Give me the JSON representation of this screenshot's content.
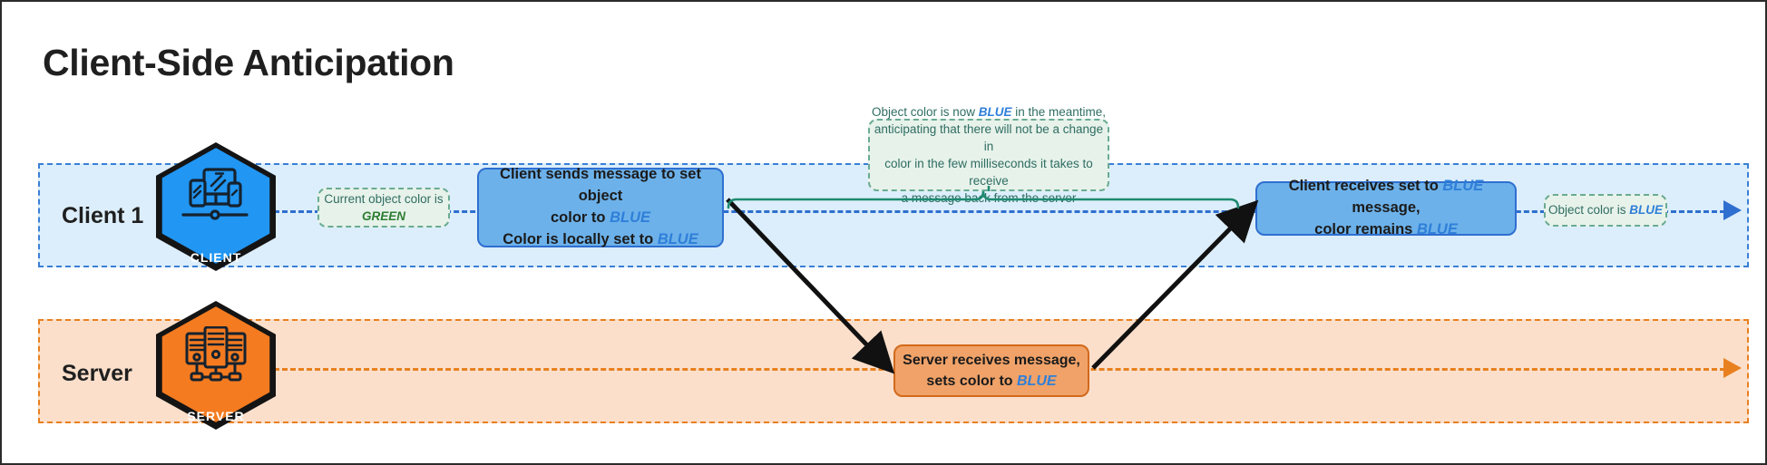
{
  "page": {
    "title": "Client-Side Anticipation"
  },
  "lanes": [
    {
      "id": "client",
      "label": "Client 1",
      "avatar_label": "CLIENT",
      "avatar_icon": "client-devices-icon",
      "fill": "#dceefb",
      "border": "#3a7fd5"
    },
    {
      "id": "server",
      "label": "Server",
      "avatar_label": "SERVER",
      "avatar_icon": "server-racks-icon",
      "fill": "#fbdfcb",
      "border": "#e8801f"
    }
  ],
  "boxes": {
    "send": {
      "line1_a": "Client sends message to set object",
      "line1_b": "color to ",
      "line1_kw": "BLUE",
      "line2_a": "Color is locally set to ",
      "line2_kw": "BLUE"
    },
    "receive": {
      "line1_a": "Client receives set to ",
      "line1_kw": "BLUE",
      "line1_b": " message,",
      "line2_a": "color remains ",
      "line2_kw": "BLUE"
    },
    "server": {
      "line1": "Server receives message,",
      "line2_a": "sets color to ",
      "line2_kw": "BLUE"
    }
  },
  "notes": {
    "current_color": {
      "line1": "Current object color is",
      "keyword": "GREEN"
    },
    "anticipation": {
      "line1_a": "Object color is now ",
      "line1_kw": "BLUE",
      "line1_b": " in the meantime,",
      "line2": "anticipating that there will not be a change in",
      "line3": "color in the few milliseconds it takes to receive",
      "line4": "a message back from the server"
    },
    "object_blue": {
      "line1_a": "Object color is ",
      "keyword": "BLUE"
    }
  },
  "colors": {
    "client_accent": "#2196f3",
    "server_accent": "#f47b20",
    "keyword_blue": "#2f7fd9",
    "keyword_green": "#2e7d32",
    "note_teal": "#2f6d62",
    "arrow_black": "#111111",
    "brace_teal": "#1f8a70"
  }
}
